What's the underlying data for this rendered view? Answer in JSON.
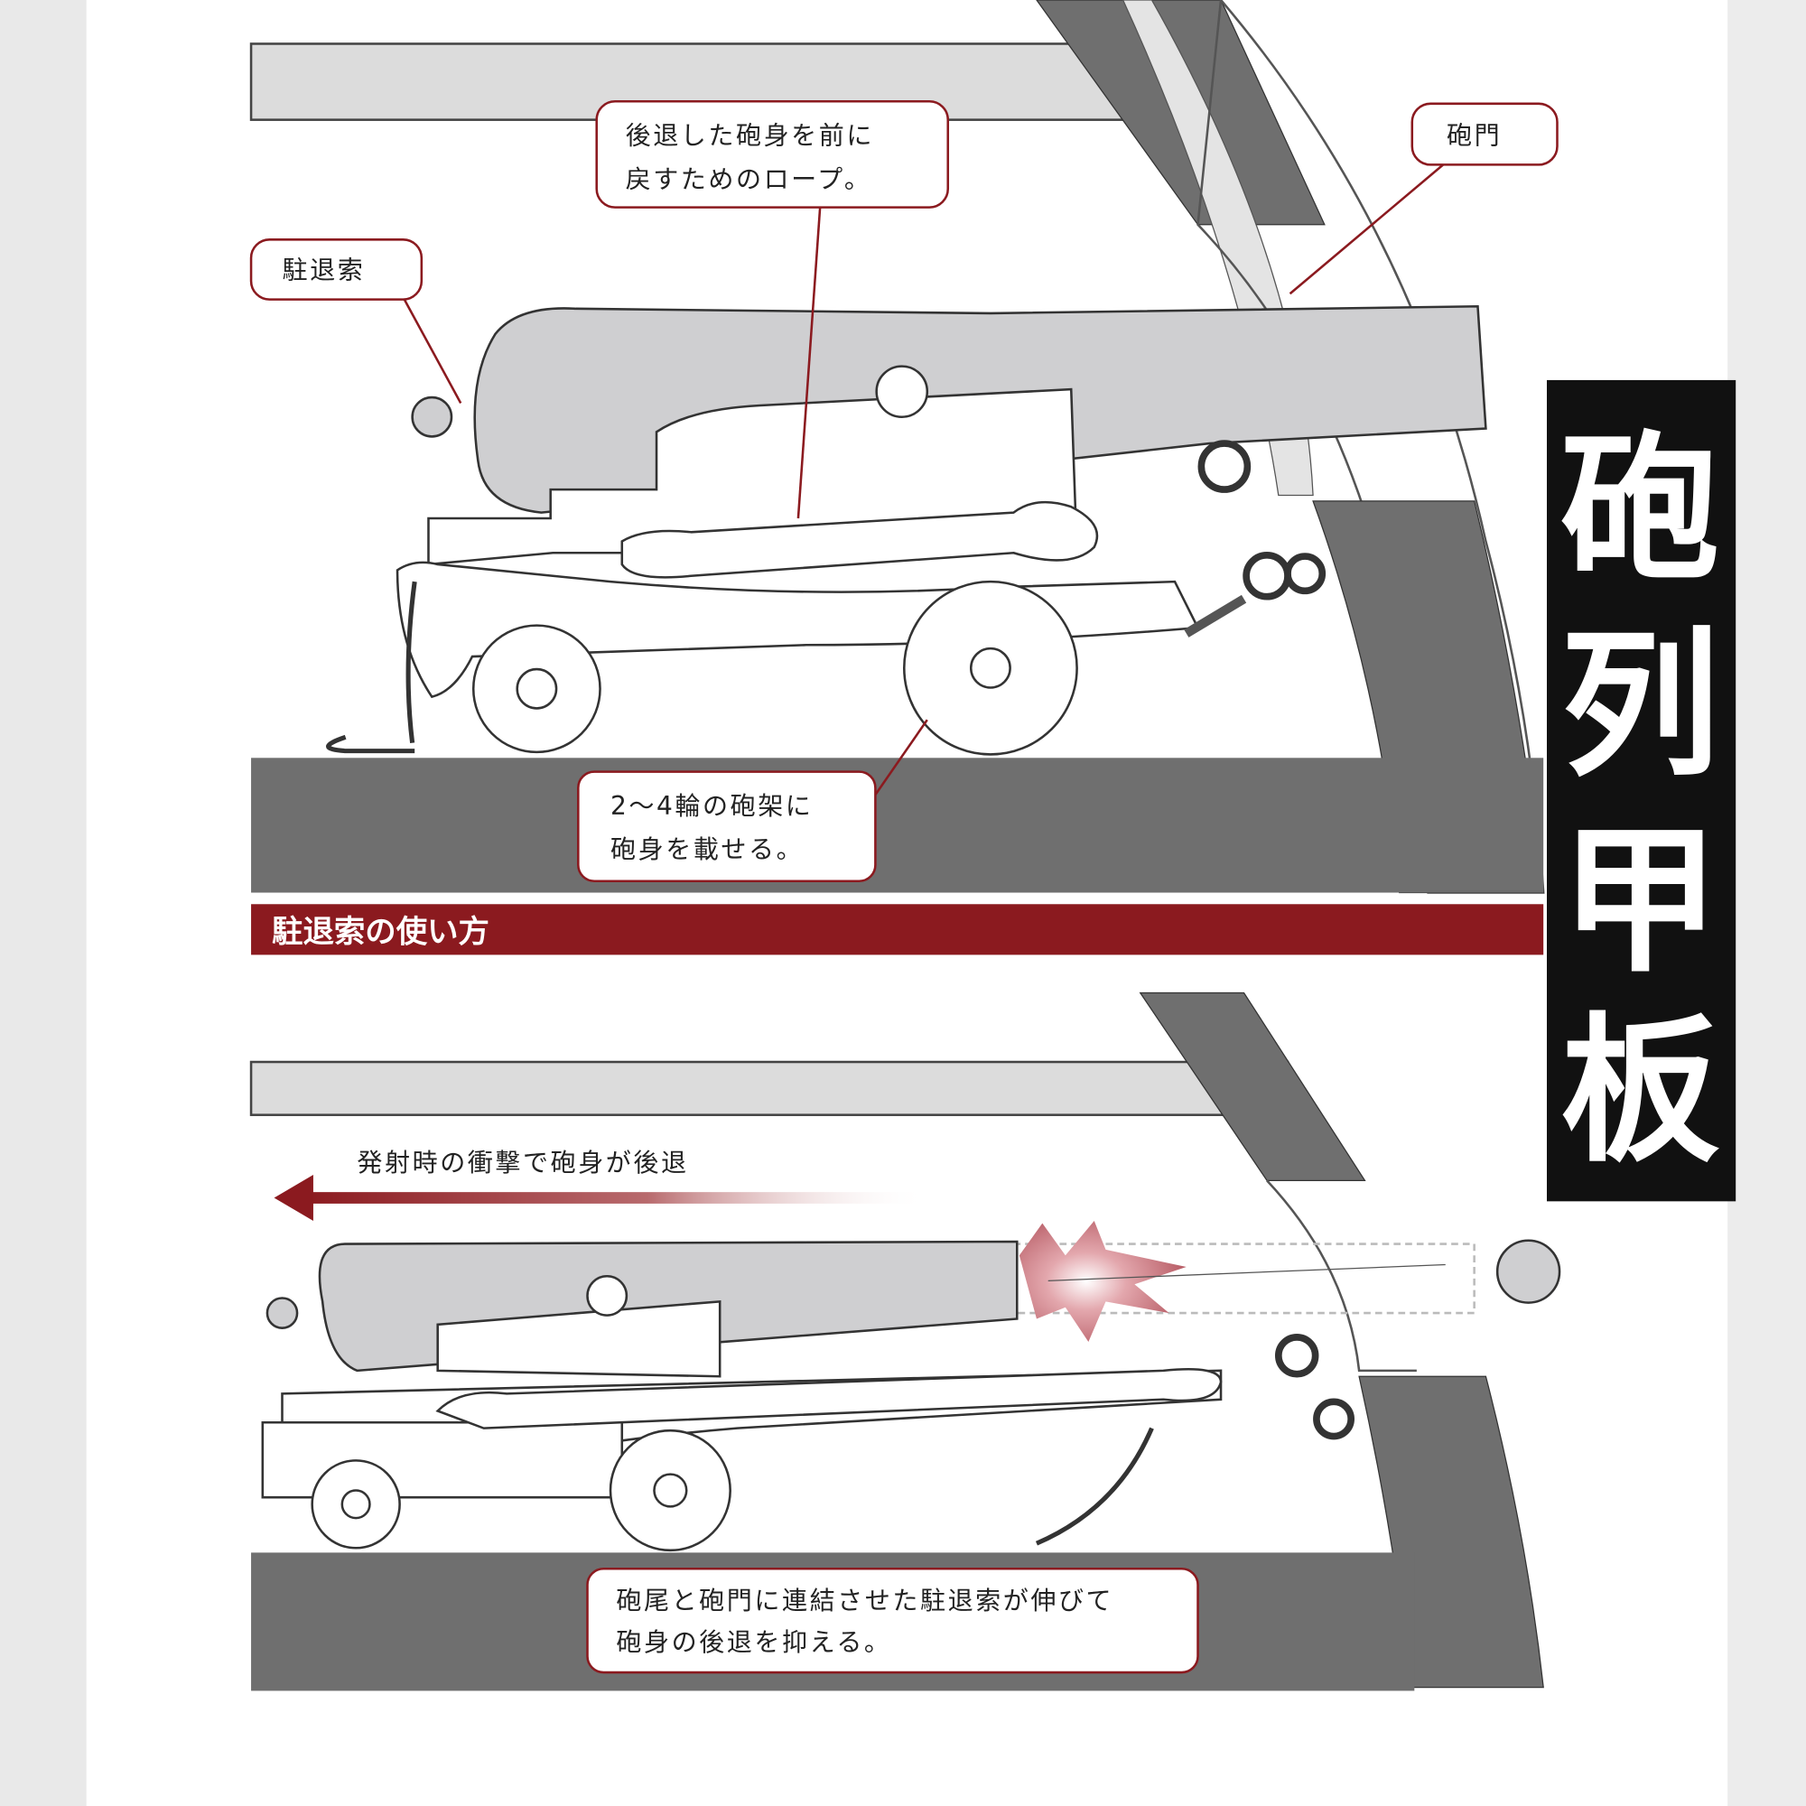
{
  "title_vertical": [
    "砲",
    "列",
    "甲",
    "板"
  ],
  "top_panel": {
    "callout_rope": [
      "後退した砲身を前に",
      "戻すためのロープ。"
    ],
    "callout_breeching": "駐退索",
    "callout_gunport": "砲門",
    "callout_carriage": [
      "2〜4輪の砲架に",
      "砲身を載せる。"
    ]
  },
  "section_header": "駐退索の使い方",
  "bottom_panel": {
    "recoil_label": "発射時の衝撃で砲身が後退",
    "callout_restraint": [
      "砲尾と砲門に連結させた駐退索が伸びて",
      "砲身の後退を抑える。"
    ]
  },
  "colors": {
    "accent": "#8b1a1f",
    "hull": "#6f6f6f",
    "beam": "#dcdcdc",
    "cannon": "#cfcfd1",
    "label_bg": "#111111"
  }
}
